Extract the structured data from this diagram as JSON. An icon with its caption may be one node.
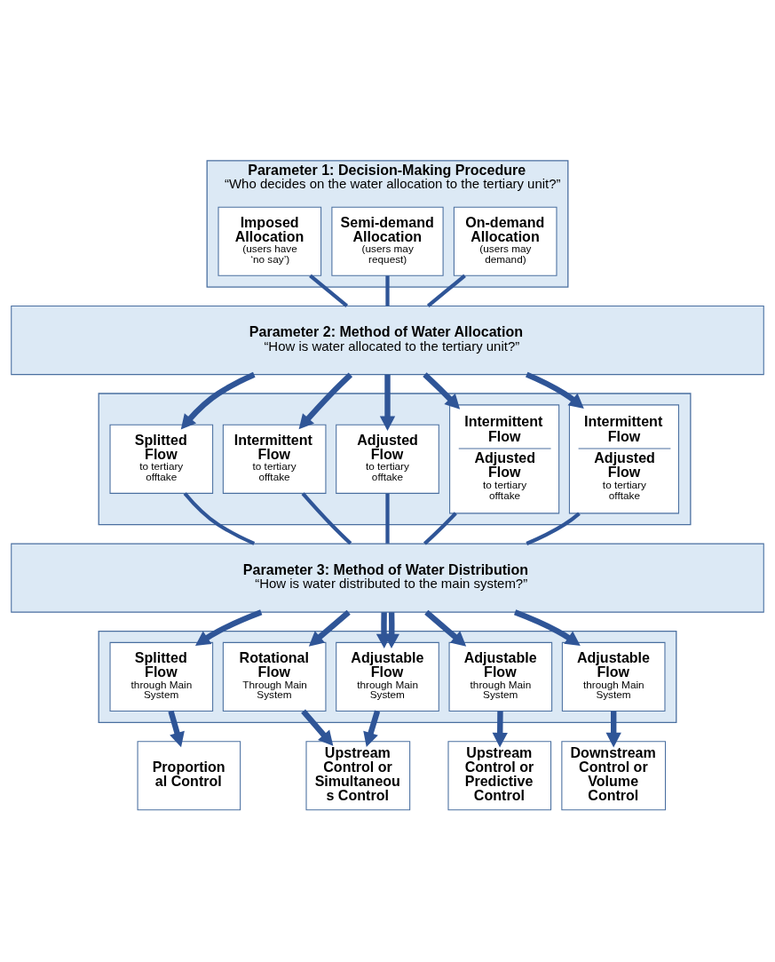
{
  "diagram": {
    "nodes": [
      {
        "text": [
          "Parameter 1: Decision-Making Procedure",
          "“Who decides on the water allocation to the tertiary unit?”"
        ]
      },
      {
        "text": [
          "Imposed Allocation",
          "(users have ‘no say’)"
        ],
        "in": 0
      },
      {
        "text": [
          "Semi-demand Allocation",
          "(users may request)"
        ],
        "in": 0
      },
      {
        "text": [
          "On-demand Allocation",
          "(users may demand)"
        ],
        "in": 0
      },
      {
        "text": [
          "Parameter 2: Method of Water Allocation",
          "“How is water allocated to the tertiary unit?”"
        ]
      },
      {
        "text": [],
        "shape": "box"
      },
      {
        "text": [
          "Splitted Flow",
          "to tertiary offtake"
        ],
        "in": 5
      },
      {
        "text": [
          "Intermittent Flow",
          "to tertiary offtake"
        ],
        "in": 5
      },
      {
        "text": [
          "Adjusted Flow",
          "to tertiary offtake"
        ],
        "in": 5
      },
      {
        "text": [
          "Intermittent Flow",
          "Adjusted Flow",
          "to tertiary offtake"
        ],
        "in": 5
      },
      {
        "text": [
          "Intermittent Flow",
          "Adjusted Flow",
          "to tertiary offtake"
        ],
        "in": 5
      },
      {
        "text": [
          "Parameter 3: Method of Water Distribution",
          "“How is water distributed to the main system?”"
        ]
      },
      {
        "text": [],
        "shape": "box"
      },
      {
        "text": [
          "Splitted Flow",
          "through Main System"
        ],
        "in": 12
      },
      {
        "text": [
          "Rotational Flow",
          "Through Main System"
        ],
        "in": 12
      },
      {
        "text": [
          "Adjustable Flow",
          "through Main System"
        ],
        "in": 12
      },
      {
        "text": [
          "Adjustable Flow",
          "through Main System"
        ],
        "in": 12
      },
      {
        "text": [
          "Adjustable Flow",
          "through Main System"
        ],
        "in": 12
      },
      {
        "text": [
          "Proportion al Control"
        ]
      },
      {
        "text": [
          "Upstream Control or Simultaneou s Control"
        ]
      },
      {
        "text": [
          "Upstream Control or Predictive Control"
        ]
      },
      {
        "text": [
          "Downstream Control or Volume Control"
        ]
      }
    ],
    "edges": [
      {
        "from": 1,
        "to": 4,
        "arrow": "none"
      },
      {
        "from": 2,
        "to": 4,
        "arrow": "none"
      },
      {
        "from": 3,
        "to": 4,
        "arrow": "none"
      },
      {
        "from": 4,
        "to": 6,
        "arrow": "to"
      },
      {
        "from": 4,
        "to": 7,
        "arrow": "to"
      },
      {
        "from": 4,
        "to": 8,
        "arrow": "to"
      },
      {
        "from": 4,
        "to": 9,
        "arrow": "to"
      },
      {
        "from": 4,
        "to": 10,
        "arrow": "to"
      },
      {
        "from": 6,
        "to": 11,
        "arrow": "none"
      },
      {
        "from": 7,
        "to": 11,
        "arrow": "none"
      },
      {
        "from": 8,
        "to": 11,
        "arrow": "none"
      },
      {
        "from": 9,
        "to": 11,
        "arrow": "none"
      },
      {
        "from": 10,
        "to": 11,
        "arrow": "none"
      },
      {
        "from": 11,
        "to": 13,
        "arrow": "to"
      },
      {
        "from": 11,
        "to": 14,
        "arrow": "to"
      },
      {
        "from": 11,
        "to": 15,
        "arrow": "to"
      },
      {
        "from": 11,
        "to": 15,
        "arrow": "to"
      },
      {
        "from": 11,
        "to": 16,
        "arrow": "to"
      },
      {
        "from": 11,
        "to": 17,
        "arrow": "to"
      },
      {
        "from": 13,
        "to": 18,
        "arrow": "to"
      },
      {
        "from": 14,
        "to": 19,
        "arrow": "to"
      },
      {
        "from": 15,
        "to": 19,
        "arrow": "to"
      },
      {
        "from": 16,
        "to": 20,
        "arrow": "to"
      },
      {
        "from": 17,
        "to": 21,
        "arrow": "to"
      }
    ]
  }
}
